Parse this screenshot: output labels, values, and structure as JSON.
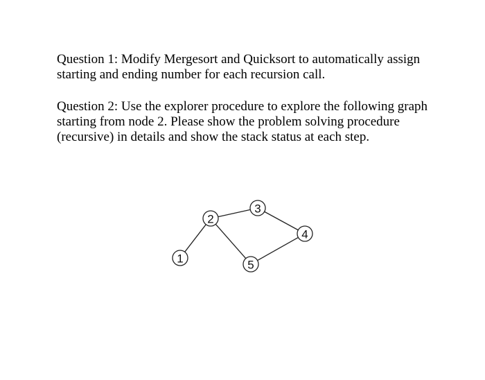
{
  "questions": [
    {
      "text": "Question 1: Modify Mergesort and Quicksort to automatically assign starting and ending number for each recursion call."
    },
    {
      "text": "Question 2: Use the explorer procedure to explore the following graph starting from node 2. Please show the problem solving procedure (recursive) in details and show the stack status at each step."
    }
  ],
  "graph": {
    "nodes": [
      {
        "id": "1",
        "label": "1"
      },
      {
        "id": "2",
        "label": "2"
      },
      {
        "id": "3",
        "label": "3"
      },
      {
        "id": "4",
        "label": "4"
      },
      {
        "id": "5",
        "label": "5"
      }
    ],
    "edges": [
      {
        "from": "1",
        "to": "2"
      },
      {
        "from": "2",
        "to": "3"
      },
      {
        "from": "2",
        "to": "5"
      },
      {
        "from": "3",
        "to": "4"
      },
      {
        "from": "5",
        "to": "4"
      }
    ]
  }
}
